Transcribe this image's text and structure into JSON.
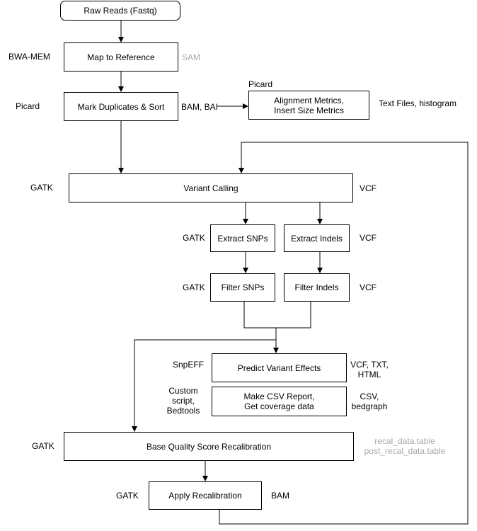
{
  "nodes": {
    "raw_reads": "Raw Reads (Fastq)",
    "map_ref": "Map to Reference",
    "mark_dup": "Mark Duplicates & Sort",
    "align_metrics_1": "Alignment Metrics,",
    "align_metrics_2": "Insert Size Metrics",
    "variant_calling": "Variant Calling",
    "extract_snps": "Extract SNPs",
    "extract_indels": "Extract Indels",
    "filter_snps": "Filter SNPs",
    "filter_indels": "Filter Indels",
    "predict_effects": "Predict Variant Effects",
    "csv_report_1": "Make CSV Report,",
    "csv_report_2": "Get coverage data",
    "bqsr": "Base Quality Score Recalibration",
    "apply_recal": "Apply Recalibration"
  },
  "tools": {
    "bwa": "BWA-MEM",
    "picard_1": "Picard",
    "picard_2": "Picard",
    "gatk_vc": "GATK",
    "gatk_extract": "GATK",
    "gatk_filter": "GATK",
    "snpeff": "SnpEFF",
    "custom_1": "Custom",
    "custom_2": "script,",
    "custom_3": "Bedtools",
    "gatk_bqsr": "GATK",
    "gatk_apply": "GATK"
  },
  "outputs": {
    "sam": "SAM",
    "bam_bai": "BAM, BAI",
    "text_files": "Text Files, histogram",
    "vcf_vc": "VCF",
    "vcf_extract": "VCF",
    "vcf_filter": "VCF",
    "predict_1": "VCF, TXT,",
    "predict_2": "HTML",
    "csv_1": "CSV,",
    "csv_2": "bedgraph",
    "recal_1": "recal_data.table",
    "recal_2": "post_recal_data.table",
    "bam": "BAM"
  },
  "colors": {
    "line": "#000000",
    "gray_text": "#a9a9a9"
  }
}
